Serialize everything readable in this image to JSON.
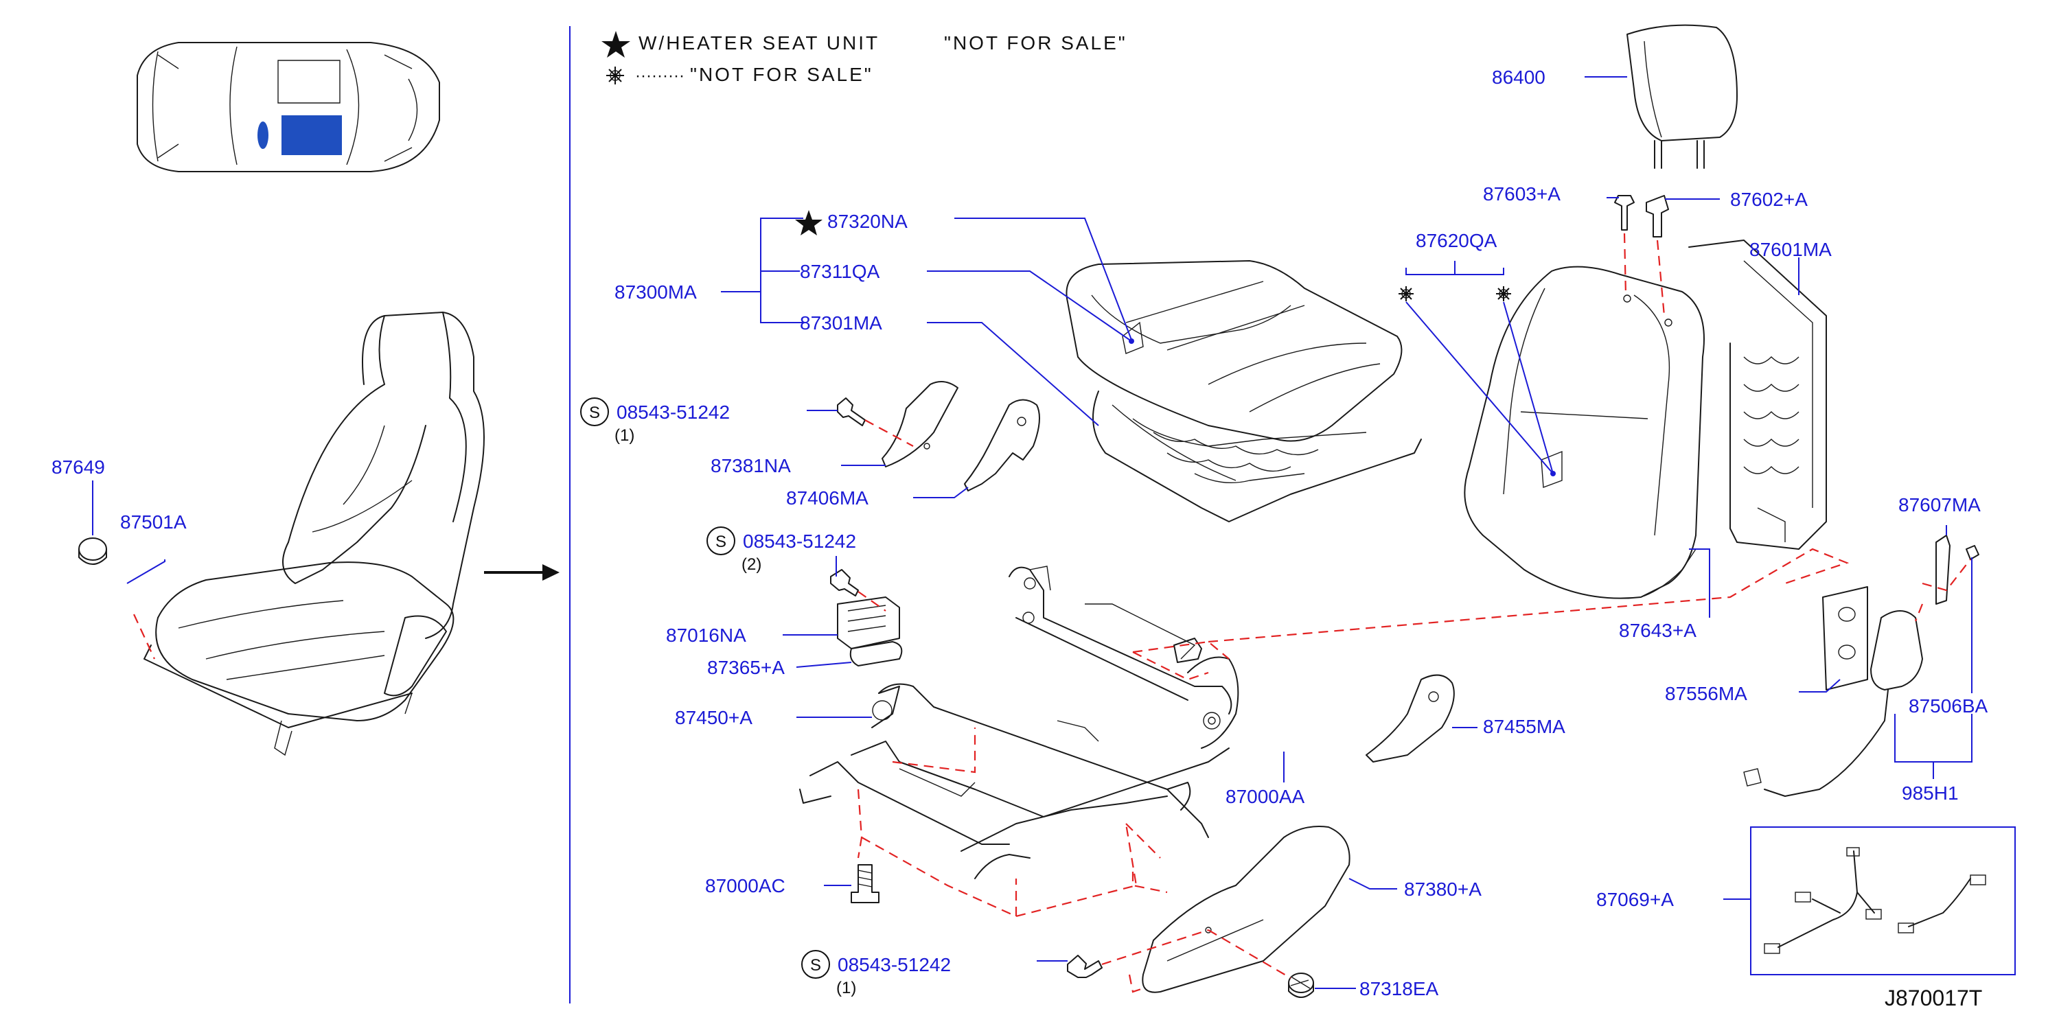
{
  "legend": {
    "heater_symbol_label": "W/HEATER  SEAT  UNIT",
    "heater_note": "\"NOT  FOR  SALE\"",
    "notsale_dots": "·········",
    "notsale_note": "\"NOT  FOR  SALE\""
  },
  "overview": {
    "left_labels": {
      "cap": "87649",
      "panel": "87501A"
    }
  },
  "labels": {
    "p86400": "86400",
    "p87603A": "87603+A",
    "p87602A": "87602+A",
    "p87601MA": "87601MA",
    "p87620QA": "87620QA",
    "p87320NA": "87320NA",
    "p87311QA": "87311QA",
    "p87300MA": "87300MA",
    "p87301MA": "87301MA",
    "p87381NA": "87381NA",
    "p87406MA": "87406MA",
    "p87016NA": "87016NA",
    "p87365A": "87365+A",
    "p87450A": "87450+A",
    "p87000AC": "87000AC",
    "p87000AA": "87000AA",
    "p87455MA": "87455MA",
    "p87380A": "87380+A",
    "p87318EA": "87318EA",
    "p87643A": "87643+A",
    "p87607MA": "87607MA",
    "p87556MA": "87556MA",
    "p87506BA": "87506BA",
    "p985H1": "985H1",
    "p87069A": "87069+A"
  },
  "screws": [
    {
      "circle": "S",
      "part": "08543-51242",
      "qty": "(1)"
    },
    {
      "circle": "S",
      "part": "08543-51242",
      "qty": "(2)"
    },
    {
      "circle": "S",
      "part": "08543-51242",
      "qty": "(1)"
    }
  ],
  "drawing_id": "J870017T",
  "colors": {
    "label_blue": "#1b1bd6",
    "ink": "#1a1a1a",
    "guide_red": "#e22222",
    "highlight": "#1f4fbf"
  }
}
